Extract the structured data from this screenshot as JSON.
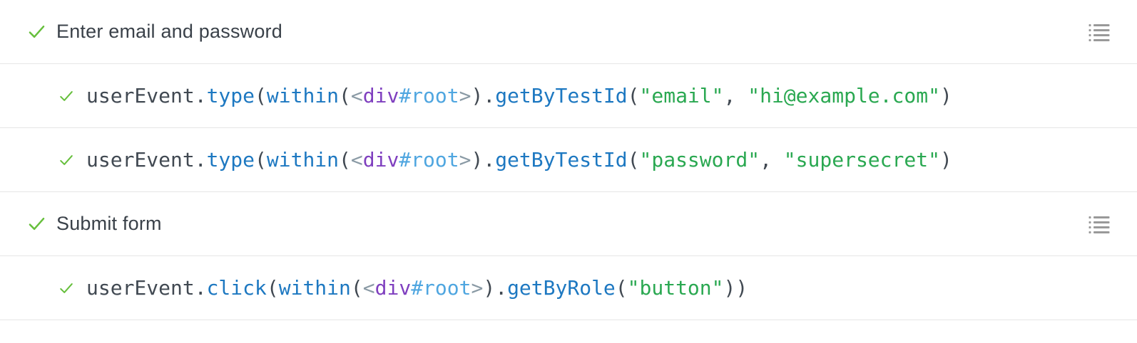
{
  "panel": {
    "name": "interactions-test-steps"
  },
  "colors": {
    "background": "#ffffff",
    "border": "#e6e6e6",
    "check_green": "#66bf3c",
    "group_text": "#3a4149",
    "code_plain": "#414952",
    "code_method": "#1d78c1",
    "code_angle": "#8a9aa5",
    "code_tag": "#7f3fbf",
    "code_id": "#4fa6e0",
    "code_string": "#2aa851",
    "list_icon": "#999999"
  },
  "icons": {
    "status_passed": "check-icon",
    "group_action": "unordered-list-icon"
  },
  "rows": [
    {
      "type": "group",
      "status": "passed",
      "label": "Enter email and password"
    },
    {
      "type": "call",
      "status": "passed",
      "tokens": [
        {
          "t": "plain",
          "v": "userEvent."
        },
        {
          "t": "method",
          "v": "type"
        },
        {
          "t": "plain",
          "v": "("
        },
        {
          "t": "method",
          "v": "within"
        },
        {
          "t": "plain",
          "v": "("
        },
        {
          "t": "angle",
          "v": "<"
        },
        {
          "t": "tag",
          "v": "div"
        },
        {
          "t": "id",
          "v": "#root"
        },
        {
          "t": "angle",
          "v": ">"
        },
        {
          "t": "plain",
          "v": ")."
        },
        {
          "t": "method",
          "v": "getByTestId"
        },
        {
          "t": "plain",
          "v": "("
        },
        {
          "t": "string",
          "v": "\"email\""
        },
        {
          "t": "plain",
          "v": ", "
        },
        {
          "t": "string",
          "v": "\"hi@example.com\""
        },
        {
          "t": "plain",
          "v": ")"
        }
      ]
    },
    {
      "type": "call",
      "status": "passed",
      "tokens": [
        {
          "t": "plain",
          "v": "userEvent."
        },
        {
          "t": "method",
          "v": "type"
        },
        {
          "t": "plain",
          "v": "("
        },
        {
          "t": "method",
          "v": "within"
        },
        {
          "t": "plain",
          "v": "("
        },
        {
          "t": "angle",
          "v": "<"
        },
        {
          "t": "tag",
          "v": "div"
        },
        {
          "t": "id",
          "v": "#root"
        },
        {
          "t": "angle",
          "v": ">"
        },
        {
          "t": "plain",
          "v": ")."
        },
        {
          "t": "method",
          "v": "getByTestId"
        },
        {
          "t": "plain",
          "v": "("
        },
        {
          "t": "string",
          "v": "\"password\""
        },
        {
          "t": "plain",
          "v": ", "
        },
        {
          "t": "string",
          "v": "\"supersecret\""
        },
        {
          "t": "plain",
          "v": ")"
        }
      ]
    },
    {
      "type": "group",
      "status": "passed",
      "label": "Submit form"
    },
    {
      "type": "call",
      "status": "passed",
      "tokens": [
        {
          "t": "plain",
          "v": "userEvent."
        },
        {
          "t": "method",
          "v": "click"
        },
        {
          "t": "plain",
          "v": "("
        },
        {
          "t": "method",
          "v": "within"
        },
        {
          "t": "plain",
          "v": "("
        },
        {
          "t": "angle",
          "v": "<"
        },
        {
          "t": "tag",
          "v": "div"
        },
        {
          "t": "id",
          "v": "#root"
        },
        {
          "t": "angle",
          "v": ">"
        },
        {
          "t": "plain",
          "v": ")."
        },
        {
          "t": "method",
          "v": "getByRole"
        },
        {
          "t": "plain",
          "v": "("
        },
        {
          "t": "string",
          "v": "\"button\""
        },
        {
          "t": "plain",
          "v": "))"
        }
      ]
    }
  ]
}
